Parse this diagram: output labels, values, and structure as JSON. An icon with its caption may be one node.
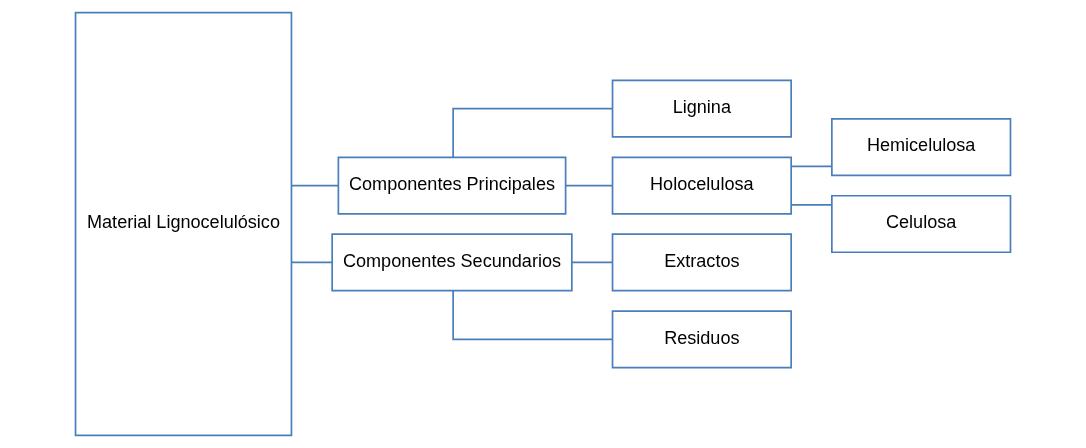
{
  "diagram": {
    "nodes": [
      {
        "text": [
          "Material Lignocelulósico"
        ]
      },
      {
        "text": [
          "Componentes Principales"
        ]
      },
      {
        "text": [
          "Componentes Secundarios"
        ]
      },
      {
        "text": [
          "Lignina"
        ]
      },
      {
        "text": [
          "Holocelulosa"
        ]
      },
      {
        "text": [
          "Extractos"
        ]
      },
      {
        "text": [
          "Residuos"
        ]
      },
      {
        "text": [
          "Hemicelulosa"
        ]
      },
      {
        "text": [
          "Celulosa"
        ]
      }
    ],
    "edges": [
      {
        "from": 0,
        "to": 1,
        "arrow": "none"
      },
      {
        "from": 0,
        "to": 2,
        "arrow": "none"
      },
      {
        "from": 1,
        "to": 3,
        "arrow": "none"
      },
      {
        "from": 1,
        "to": 4,
        "arrow": "none"
      },
      {
        "from": 2,
        "to": 5,
        "arrow": "none"
      },
      {
        "from": 2,
        "to": 6,
        "arrow": "none"
      },
      {
        "from": 4,
        "to": 7,
        "arrow": "none"
      },
      {
        "from": 4,
        "to": 8,
        "arrow": "none"
      }
    ]
  }
}
